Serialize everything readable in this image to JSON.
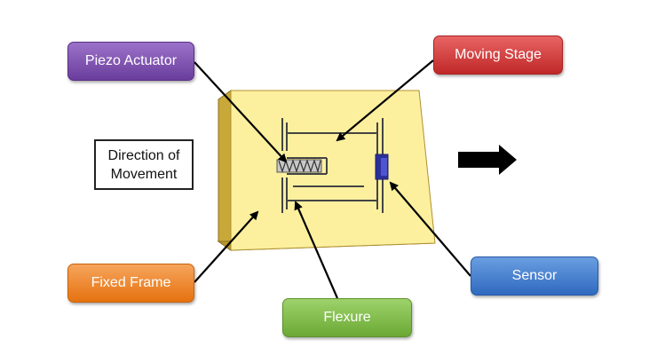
{
  "labels": {
    "piezo_actuator": "Piezo Actuator",
    "moving_stage": "Moving Stage",
    "fixed_frame": "Fixed Frame",
    "flexure": "Flexure",
    "sensor": "Sensor"
  },
  "direction": {
    "line1": "Direction of",
    "line2": "Movement"
  },
  "colors": {
    "piezo_actuator": "#7b4fb0",
    "moving_stage": "#d23a3a",
    "fixed_frame": "#f28a2e",
    "flexure": "#84bf4d",
    "sensor": "#3d7acc",
    "frame_top": "#fcf09e",
    "frame_side": "#c9a83a",
    "sensor_block": "#3b3fb6"
  }
}
